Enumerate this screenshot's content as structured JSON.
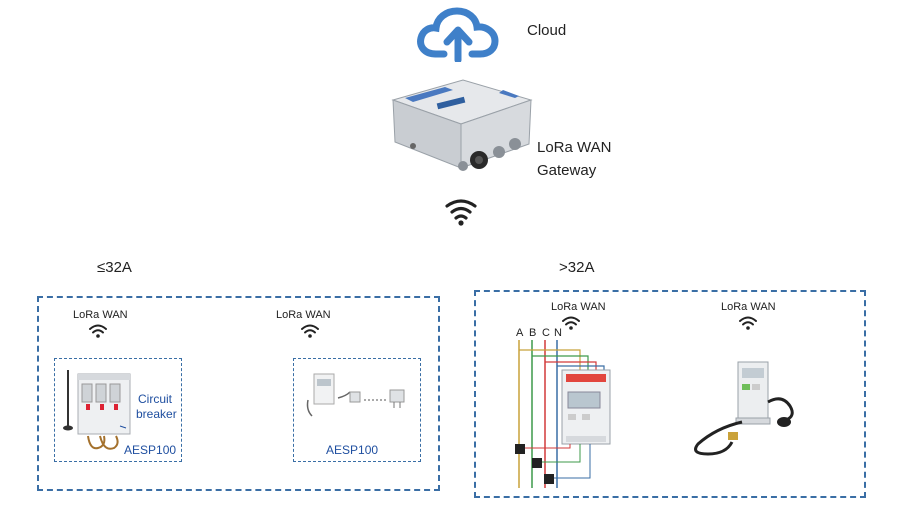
{
  "cloud": {
    "label": "Cloud",
    "color": "#3f80c9"
  },
  "gateway": {
    "label_line1": "LoRa WAN",
    "label_line2": "Gateway"
  },
  "left_group": {
    "title": "≤32A",
    "left_device": {
      "wifi_label": "LoRa WAN",
      "text1": "Circuit",
      "text2": "breaker",
      "model": "AESP100"
    },
    "right_device": {
      "wifi_label": "LoRa WAN",
      "model": "AESP100"
    }
  },
  "right_group": {
    "title": ">32A",
    "meter": {
      "wifi_label": "LoRa WAN",
      "phases": [
        "A",
        "B",
        "C",
        "N"
      ]
    },
    "din_device": {
      "wifi_label": "LoRa WAN"
    }
  },
  "colors": {
    "accent": "#3a6ea5",
    "model_text": "#1f4fa0"
  }
}
